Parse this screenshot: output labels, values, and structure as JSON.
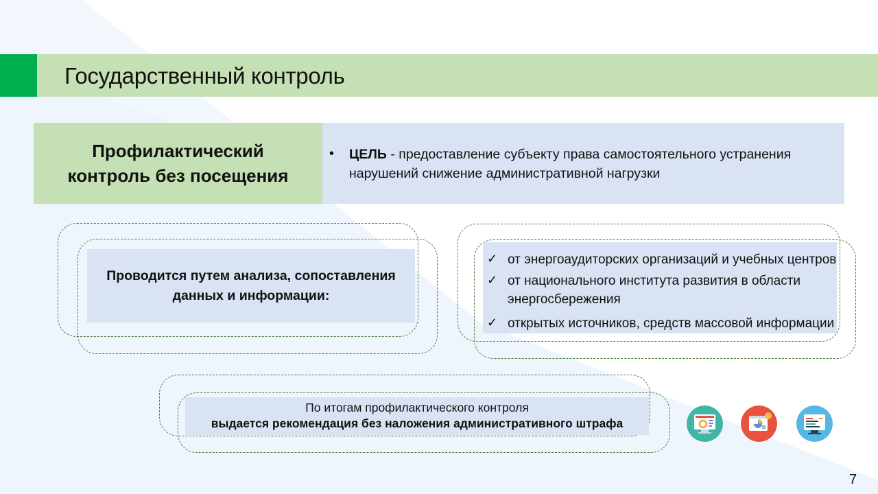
{
  "header": {
    "title": "Государственный контроль"
  },
  "goal": {
    "heading_line1": "Профилактический",
    "heading_line2": "контроль без посещения",
    "bullet": "•",
    "label": "ЦЕЛЬ",
    "text": " - предоставление субъекту права самостоятельного устранения нарушений снижение административной нагрузки"
  },
  "analysis": {
    "line1": "Проводится путем анализа, сопоставления",
    "line2": "данных и информации:"
  },
  "sources": {
    "check_symbol": "✓",
    "items": [
      "от энергоаудиторских организаций и учебных центров",
      "от национального института развития в области",
      "энергосбережения",
      "открытых источников, средств массовой информации"
    ]
  },
  "result": {
    "line1": "По итогам профилактического контроля",
    "line2": "выдается рекомендация без наложения административного штрафа"
  },
  "icons": [
    "monitor-settings-icon",
    "presentation-chart-icon",
    "code-monitor-icon"
  ],
  "colors": {
    "accent_green": "#00b050",
    "header_band": "#c5e0b4",
    "panel_blue": "#dae3f3",
    "dash_green": "#4e7a40"
  },
  "page": {
    "number": "7"
  }
}
